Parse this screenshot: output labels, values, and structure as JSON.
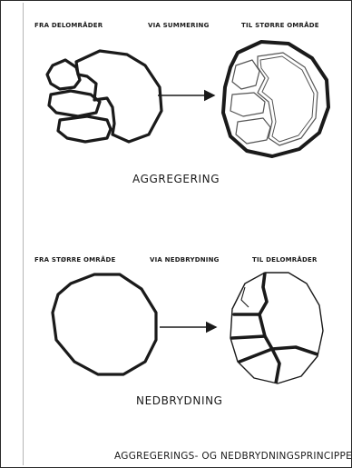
{
  "figure": {
    "aggregation": {
      "label_from": "FRA DELOMRÅDER",
      "label_via": "VIA SUMMERING",
      "label_to": "TIL STØRRE OMRÅDE",
      "caption": "AGGREGERING"
    },
    "disaggregation": {
      "label_from": "FRA STØRRE OMRÅDE",
      "label_via": "VIA NEDBRYDNING",
      "label_to": "TIL DELOMRÅDER",
      "caption": "NEDBRYDNING"
    },
    "footer": "AGGREGERINGS- OG NEDBRYDNINGSPRINCIPPET"
  },
  "colors": {
    "ink": "#1a1a1a",
    "paper": "#ffffff"
  }
}
